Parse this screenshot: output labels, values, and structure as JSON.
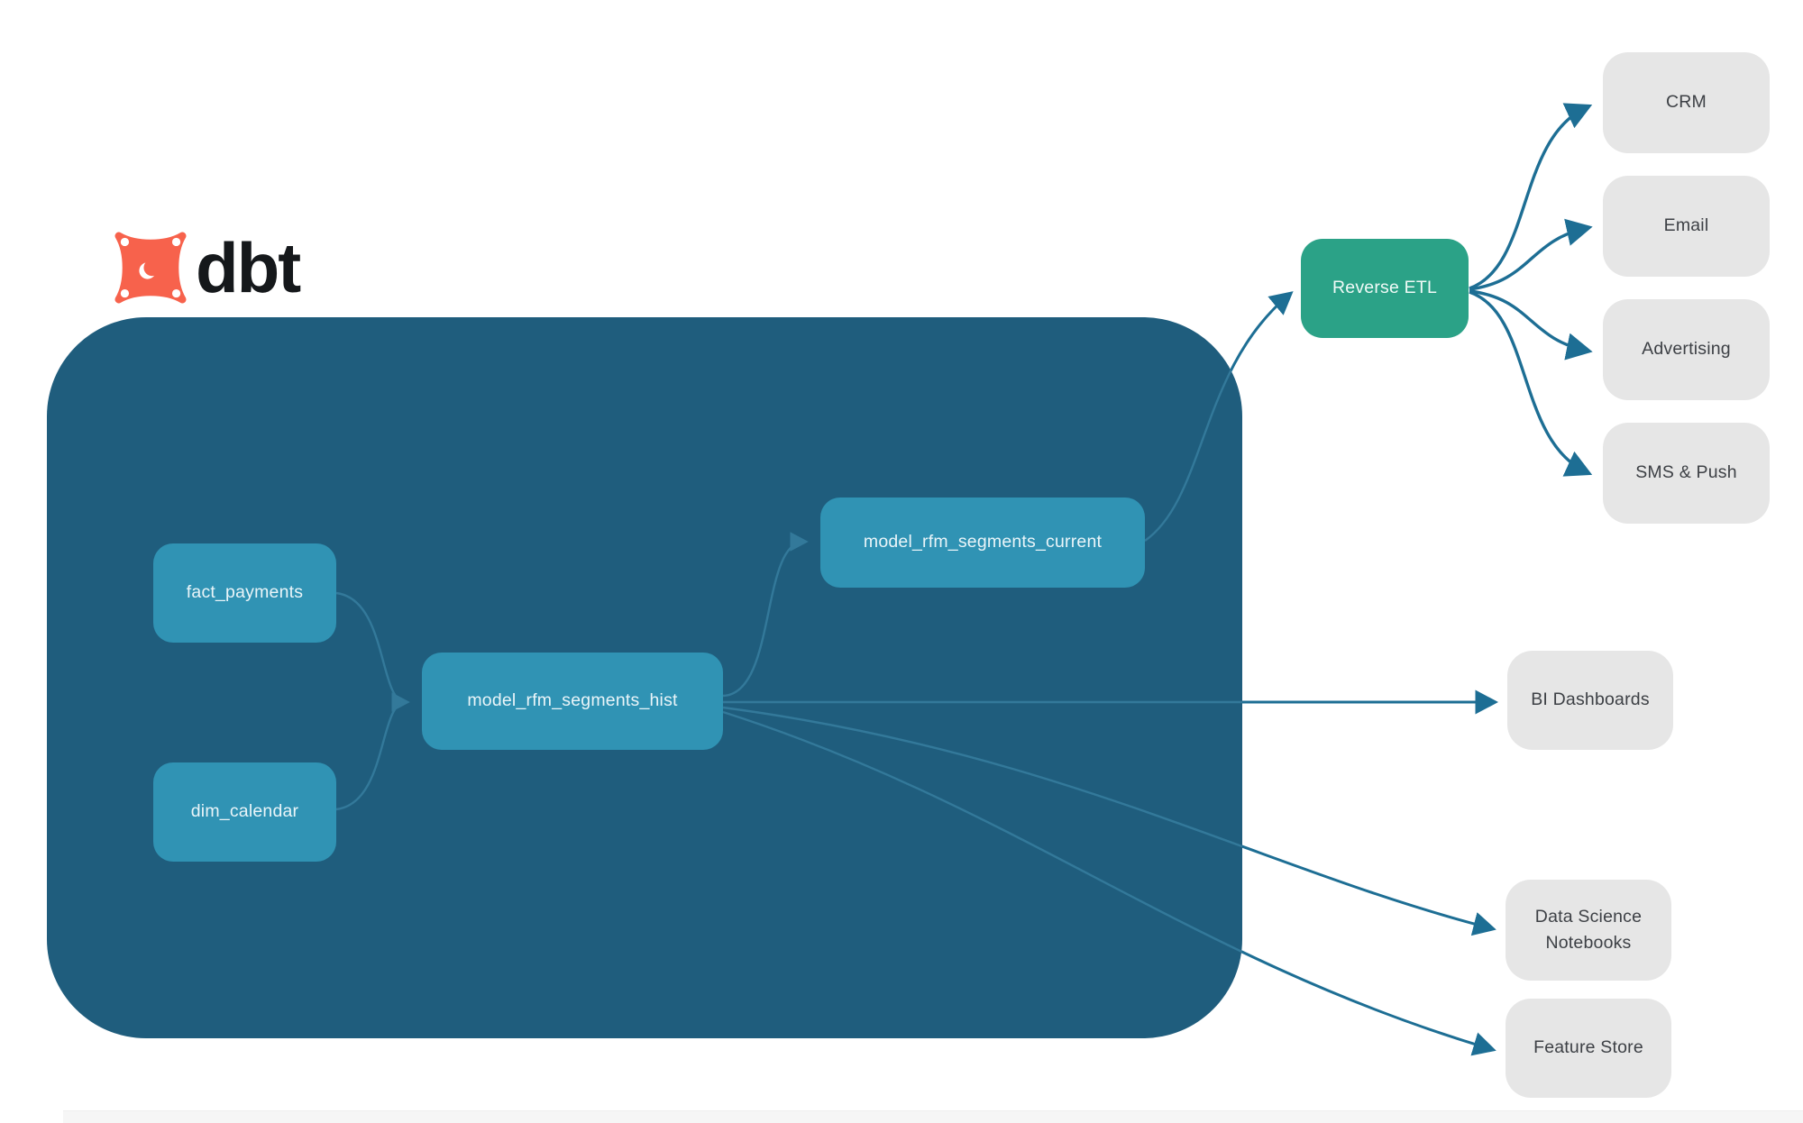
{
  "logo": {
    "text": "dbt",
    "icon": "dbt-flame-icon",
    "brand_color": "#f7624c"
  },
  "colors": {
    "warehouse_background": "#1f5d7d",
    "model_node": "#3093b4",
    "reverse_etl_node": "#2ba287",
    "destination_node": "#e6e6e6",
    "arrow": "#1d6e94",
    "inner_edge": "#33799a"
  },
  "nodes": {
    "fact_payments": {
      "label": "fact_payments"
    },
    "dim_calendar": {
      "label": "dim_calendar"
    },
    "model_hist": {
      "label": "model_rfm_segments_hist"
    },
    "model_current": {
      "label": "model_rfm_segments_current"
    },
    "reverse_etl": {
      "label": "Reverse ETL"
    },
    "crm": {
      "label": "CRM"
    },
    "email": {
      "label": "Email"
    },
    "advertising": {
      "label": "Advertising"
    },
    "sms_push": {
      "label": "SMS & Push"
    },
    "bi_dashboards": {
      "label": "BI Dashboards"
    },
    "ds_notebooks": {
      "label": "Data Science Notebooks"
    },
    "feature_store": {
      "label": "Feature Store"
    }
  },
  "edges": [
    {
      "from": "fact_payments",
      "to": "model_rfm_segments_hist"
    },
    {
      "from": "dim_calendar",
      "to": "model_rfm_segments_hist"
    },
    {
      "from": "model_rfm_segments_hist",
      "to": "model_rfm_segments_current"
    },
    {
      "from": "model_rfm_segments_current",
      "to": "Reverse ETL"
    },
    {
      "from": "model_rfm_segments_hist",
      "to": "BI Dashboards"
    },
    {
      "from": "model_rfm_segments_hist",
      "to": "Data Science Notebooks"
    },
    {
      "from": "model_rfm_segments_hist",
      "to": "Feature Store"
    },
    {
      "from": "Reverse ETL",
      "to": "CRM"
    },
    {
      "from": "Reverse ETL",
      "to": "Email"
    },
    {
      "from": "Reverse ETL",
      "to": "Advertising"
    },
    {
      "from": "Reverse ETL",
      "to": "SMS & Push"
    }
  ]
}
